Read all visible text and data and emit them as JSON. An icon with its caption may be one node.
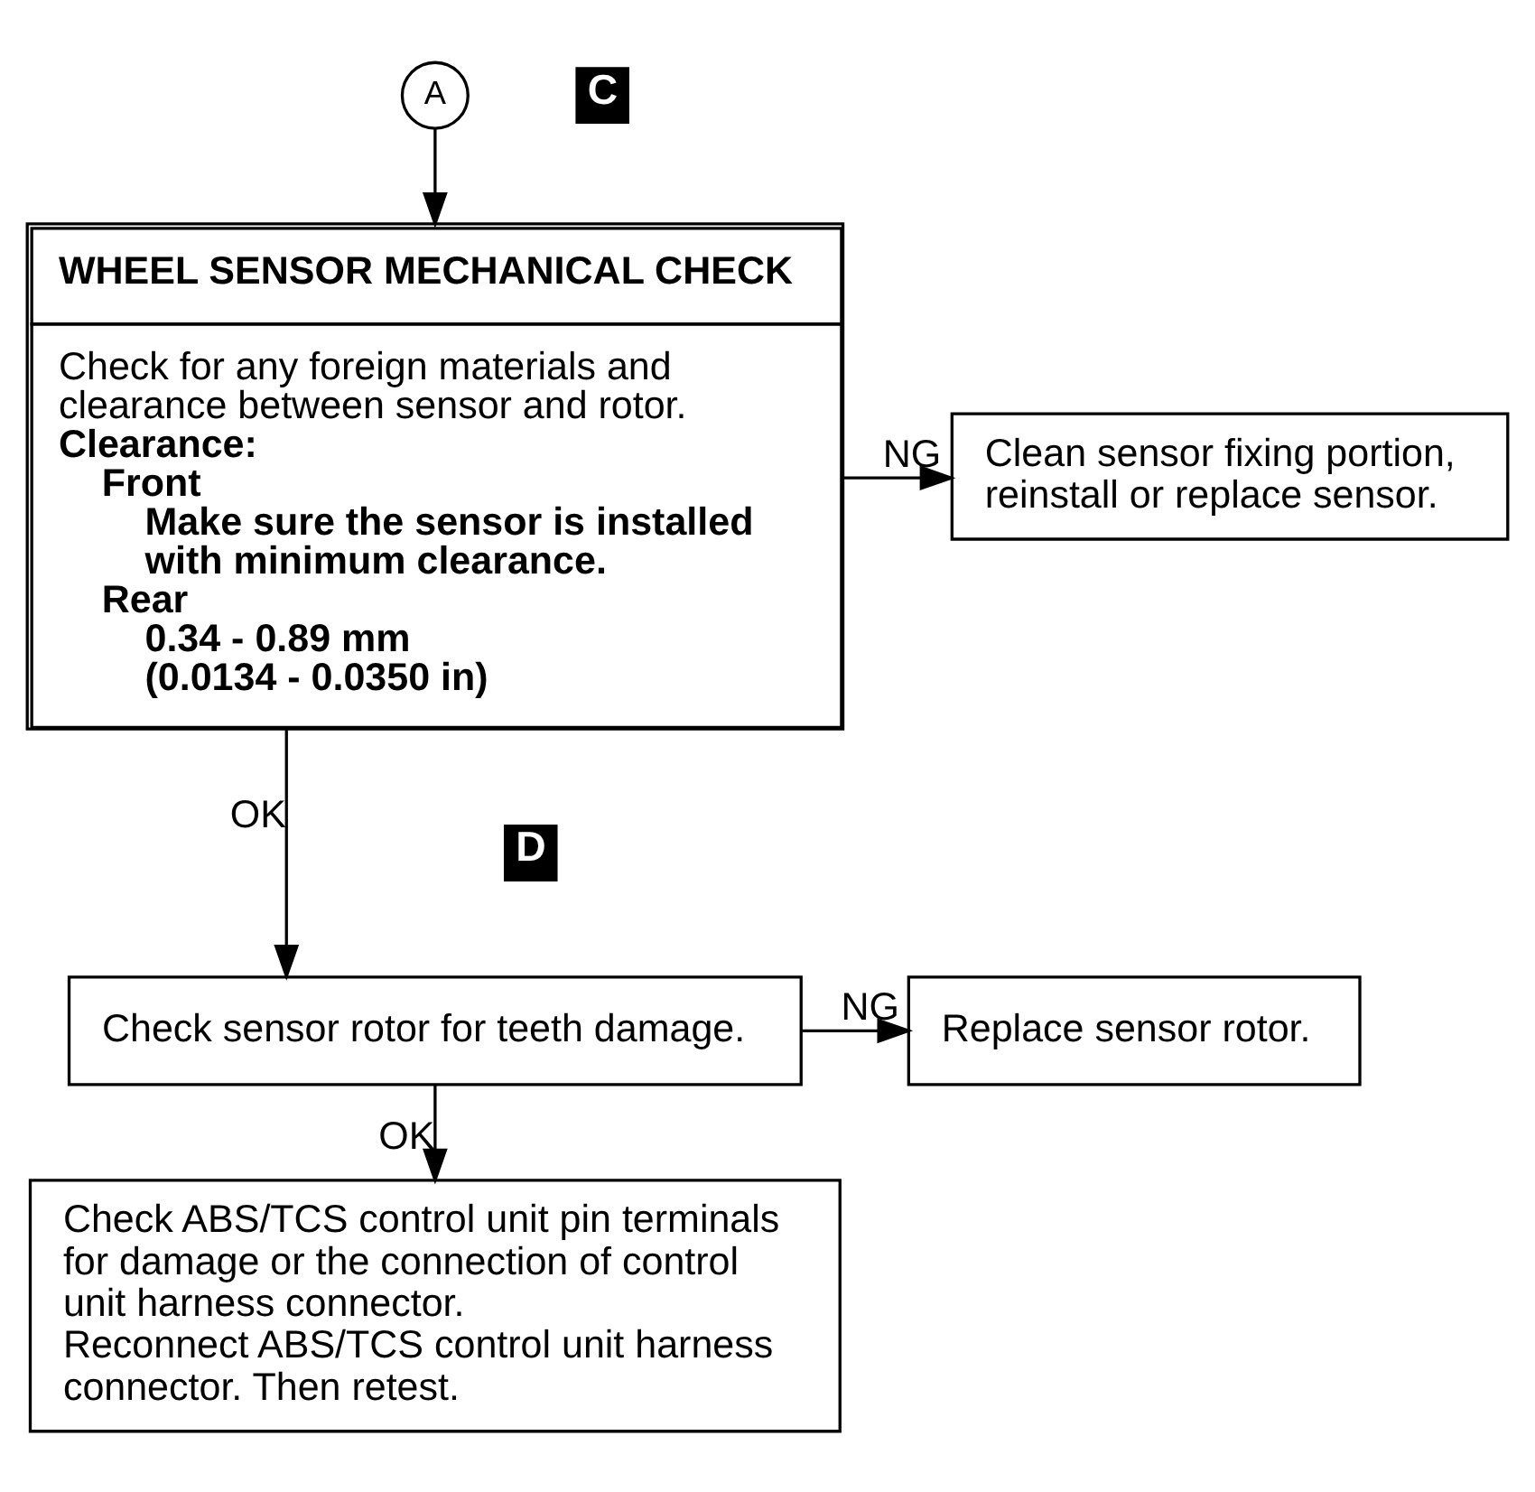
{
  "diagram": {
    "nodes": [
      {
        "text": [
          "A"
        ]
      },
      {
        "text": [
          "WHEEL SENSOR MECHANICAL CHECK",
          "Check for any foreign materials and clearance between sensor and rotor.",
          "Clearance:",
          "Front",
          "Make sure the sensor is installed with minimum clearance.",
          "Rear",
          "0.34 - 0.89 mm",
          "(0.0134 - 0.0350 in)"
        ]
      },
      {
        "text": [
          "Clean sensor fixing portion, reinstall or replace sensor."
        ]
      },
      {
        "text": [
          "Check sensor rotor for teeth damage."
        ]
      },
      {
        "text": [
          "Replace sensor rotor."
        ]
      },
      {
        "text": [
          "Check ABS/TCS control unit pin terminals for damage or the connection of control unit harness connector.",
          "Reconnect ABS/TCS control unit harness connector. Then retest."
        ]
      }
    ],
    "edges": [
      {
        "from": 0,
        "to": 1,
        "arrow": "to"
      },
      {
        "from": 1,
        "to": 2,
        "arrow": "to",
        "label": "NG"
      },
      {
        "from": 1,
        "to": 3,
        "arrow": "to",
        "label": "OK"
      },
      {
        "from": 3,
        "to": 4,
        "arrow": "to",
        "label": "NG"
      },
      {
        "from": 3,
        "to": 5,
        "arrow": "to",
        "label": "OK"
      }
    ],
    "labels": [
      "C",
      "D"
    ]
  }
}
